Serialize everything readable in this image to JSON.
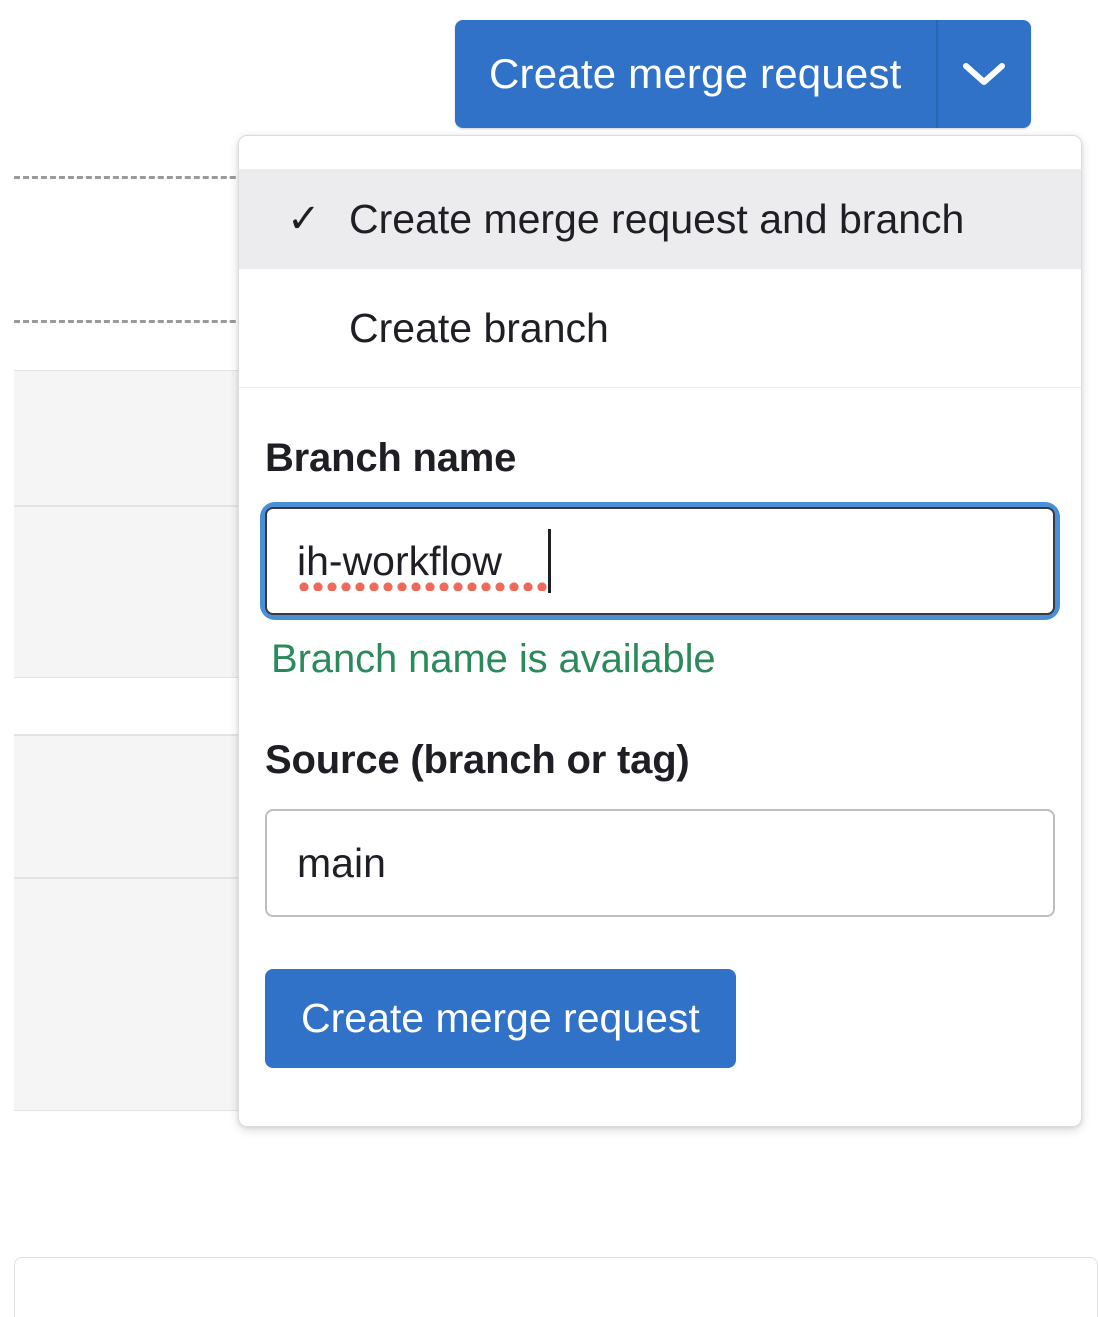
{
  "colors": {
    "brand_blue": "#2f72c8",
    "focus_ring_blue": "#4a90d9",
    "success_green": "#2b8a5b",
    "spellcheck_red": "#ef6a5a",
    "menu_selected_bg": "#ececef",
    "panel_bg": "#f5f5f5"
  },
  "split_button": {
    "main_label": "Create merge request",
    "caret_icon": "chevron-down-icon"
  },
  "dropdown": {
    "menu_items": [
      {
        "label": "Create merge request and branch",
        "selected": true,
        "check_icon": "check-icon"
      },
      {
        "label": "Create branch",
        "selected": false,
        "check_icon": "check-icon"
      }
    ],
    "form": {
      "branch_name_label": "Branch name",
      "branch_name_value": "ih-workflow",
      "branch_name_placeholder": "Branch name",
      "branch_availability_message": "Branch name is available",
      "source_label": "Source (branch or tag)",
      "source_value": "main",
      "source_placeholder": "Source (branch or tag)",
      "submit_label": "Create merge request"
    }
  }
}
